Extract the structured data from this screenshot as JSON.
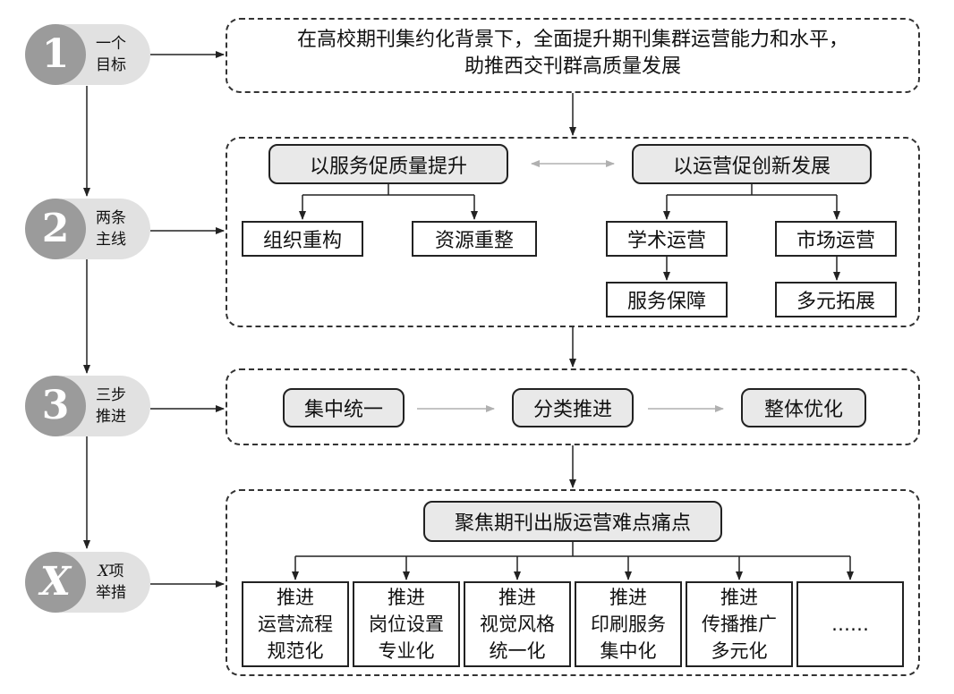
{
  "levels": [
    {
      "symbol": "1",
      "label_lines": [
        "一个",
        "目标"
      ]
    },
    {
      "symbol": "2",
      "label_lines": [
        "两条",
        "主线"
      ]
    },
    {
      "symbol": "3",
      "label_lines": [
        "三步",
        "推进"
      ]
    },
    {
      "symbol": "X",
      "label_lines": [
        "项",
        "举措"
      ]
    }
  ],
  "goal": {
    "lines": [
      "在高校期刊集约化背景下，全面提升期刊集群运营能力和水平，",
      "助推西交刊群高质量发展"
    ]
  },
  "main_lines": {
    "left": {
      "title": "以服务促质量提升",
      "children": [
        "组织重构",
        "资源重整"
      ]
    },
    "right": {
      "title": "以运营促创新发展",
      "children": [
        {
          "label": "学术运营",
          "sub": "服务保障"
        },
        {
          "label": "市场运营",
          "sub": "多元拓展"
        }
      ]
    }
  },
  "steps": [
    "集中统一",
    "分类推进",
    "整体优化"
  ],
  "measures": {
    "title": "聚焦期刊出版运营难点痛点",
    "items": [
      {
        "lines": [
          "推进",
          "运营流程",
          "规范化"
        ]
      },
      {
        "lines": [
          "推进",
          "岗位设置",
          "专业化"
        ]
      },
      {
        "lines": [
          "推进",
          "视觉风格",
          "统一化"
        ]
      },
      {
        "lines": [
          "推进",
          "印刷服务",
          "集中化"
        ]
      },
      {
        "lines": [
          "推进",
          "传播推广",
          "多元化"
        ]
      },
      {
        "lines": [
          "……"
        ]
      }
    ]
  },
  "colors": {
    "circle": "#9b9b9b",
    "pill": "#e1e1e1",
    "box_fill": "#e9e9e9",
    "line": "#222222",
    "light_arrow": "#b0b0b0"
  }
}
